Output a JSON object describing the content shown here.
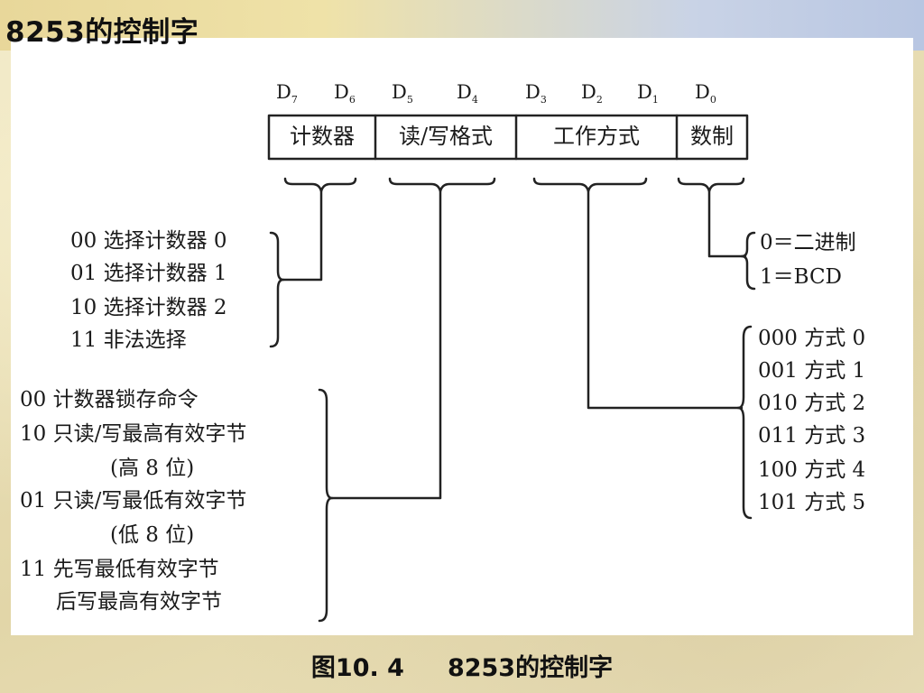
{
  "slide_title": "8253的控制字",
  "bits": [
    {
      "sym": "D",
      "sub": "7"
    },
    {
      "sym": "D",
      "sub": "6"
    },
    {
      "sym": "D",
      "sub": "5"
    },
    {
      "sym": "D",
      "sub": "4"
    },
    {
      "sym": "D",
      "sub": "3"
    },
    {
      "sym": "D",
      "sub": "2"
    },
    {
      "sym": "D",
      "sub": "1"
    },
    {
      "sym": "D",
      "sub": "0"
    }
  ],
  "fields": [
    "计数器",
    "读/写格式",
    "工作方式",
    "数制"
  ],
  "counter_select": [
    "00 选择计数器 0",
    "01 选择计数器 1",
    "10 选择计数器 2",
    "11 非法选择"
  ],
  "rw_format": [
    "00 计数器锁存命令",
    "10 只读/写最高有效字节",
    "(高 8 位)",
    "01 只读/写最低有效字节",
    "(低 8 位)",
    "11 先写最低有效字节",
    "后写最高有效字节"
  ],
  "number_system": [
    "0＝二进制",
    "1＝BCD"
  ],
  "work_modes": [
    "000 方式 0",
    "001 方式 1",
    "010 方式 2",
    "011 方式 3",
    "100 方式 4",
    "101 方式 5"
  ],
  "caption": {
    "figure": "图10. 4",
    "text": "8253的控制字"
  }
}
